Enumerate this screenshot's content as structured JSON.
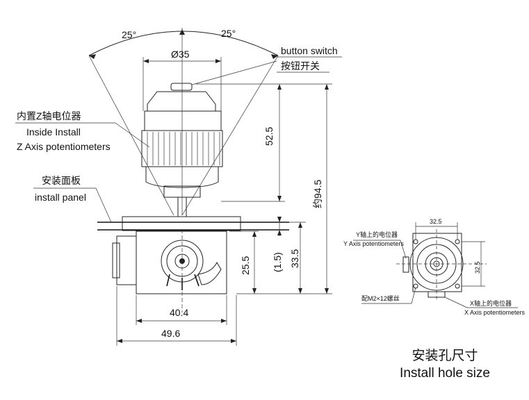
{
  "angles": {
    "left": "25°",
    "right": "25°"
  },
  "dimensions": {
    "top_dia": "Ø35",
    "height_knob": "52.5",
    "overall": "约94.5",
    "body_depth": "25.5",
    "panel_gap": "(1.5)",
    "depth_total": "33.5",
    "width_inner": "40.4",
    "width_outer": "49.6"
  },
  "labels": {
    "button_cn": "按钮开关",
    "button_en": "button switch",
    "zpot_cn": "内置Z轴电位器",
    "zpot_en1": "Inside Install",
    "zpot_en2": "Z Axis potentiometers",
    "panel_cn": "安装面板",
    "panel_en": "install panel"
  },
  "side_view": {
    "dim_top": "32.5",
    "dim_right": "32.5",
    "ypot_cn": "Y轴上的电位器",
    "ypot_en": "Y Axis potentiometers",
    "screw": "配M2×12螺丝",
    "xpot_cn": "X轴上的电位器",
    "xpot_en": "X Axis potentiometers"
  },
  "caption": {
    "cn": "安装孔尺寸",
    "en": "Install hole size"
  }
}
